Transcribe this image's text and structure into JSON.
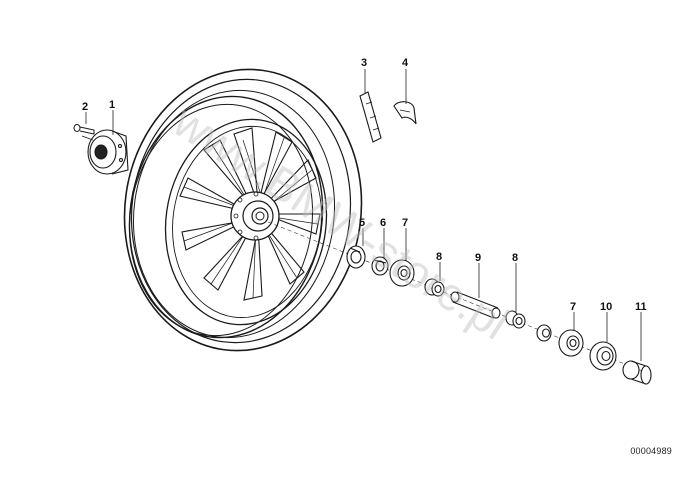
{
  "diagram": {
    "callouts": [
      {
        "key": "c2",
        "label": "2"
      },
      {
        "key": "c1",
        "label": "1"
      },
      {
        "key": "c3",
        "label": "3"
      },
      {
        "key": "c4",
        "label": "4"
      },
      {
        "key": "c5",
        "label": "5"
      },
      {
        "key": "c6",
        "label": "6"
      },
      {
        "key": "c7a",
        "label": "7"
      },
      {
        "key": "c8a",
        "label": "8"
      },
      {
        "key": "c9",
        "label": "9"
      },
      {
        "key": "c8b",
        "label": "8"
      },
      {
        "key": "c7b",
        "label": "7"
      },
      {
        "key": "c10",
        "label": "10"
      },
      {
        "key": "c11",
        "label": "11"
      }
    ],
    "watermark": "www.BMW-store.pl",
    "document_number": "00004989"
  }
}
